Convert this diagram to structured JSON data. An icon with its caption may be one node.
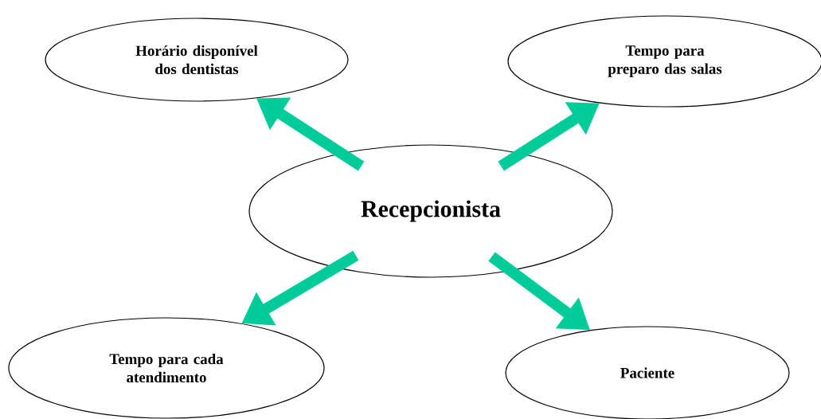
{
  "diagram": {
    "nodes": [
      {
        "text": [
          "Recepcionista"
        ]
      },
      {
        "text": [
          "Horário disponível dos dentistas"
        ]
      },
      {
        "text": [
          "Tempo para preparo das salas"
        ]
      },
      {
        "text": [
          "Tempo para cada atendimento"
        ]
      },
      {
        "text": [
          "Paciente"
        ]
      }
    ],
    "edges": [
      {
        "from": 0,
        "to": 1,
        "arrow": "to"
      },
      {
        "from": 0,
        "to": 2,
        "arrow": "to"
      },
      {
        "from": 0,
        "to": 3,
        "arrow": "to"
      },
      {
        "from": 0,
        "to": 4,
        "arrow": "to"
      }
    ]
  }
}
